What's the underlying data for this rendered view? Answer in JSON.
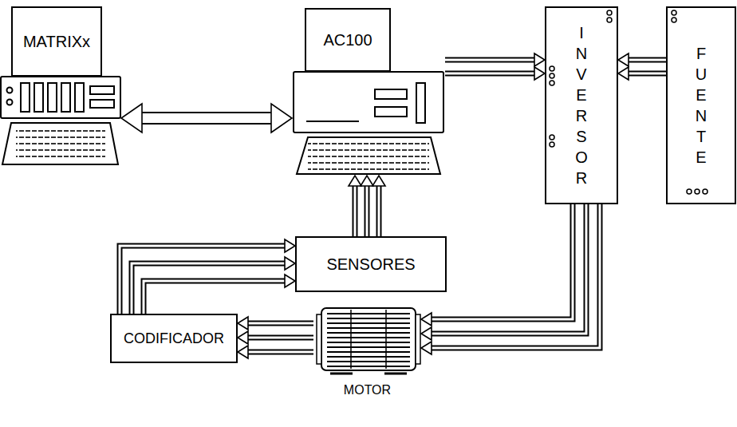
{
  "diagram": {
    "nodes": [
      {
        "text": [
          "MATRIXx"
        ]
      },
      {
        "text": [
          "AC100"
        ]
      },
      {
        "text": [
          "INVERSOR"
        ]
      },
      {
        "text": [
          "FUENTE"
        ]
      },
      {
        "text": [
          "SENSORES"
        ]
      },
      {
        "text": [
          "CODIFICADOR"
        ]
      },
      {
        "text": [
          "MOTOR"
        ]
      }
    ],
    "edges": [
      {
        "from": 0,
        "to": 1,
        "arrow": "both"
      },
      {
        "from": 1,
        "to": 2,
        "arrow": "to"
      },
      {
        "from": 1,
        "to": 2,
        "arrow": "to"
      },
      {
        "from": 3,
        "to": 2,
        "arrow": "to"
      },
      {
        "from": 3,
        "to": 2,
        "arrow": "to"
      },
      {
        "from": 2,
        "to": 6,
        "arrow": "to"
      },
      {
        "from": 2,
        "to": 6,
        "arrow": "to"
      },
      {
        "from": 2,
        "to": 6,
        "arrow": "to"
      },
      {
        "from": 6,
        "to": 5,
        "arrow": "to"
      },
      {
        "from": 6,
        "to": 5,
        "arrow": "to"
      },
      {
        "from": 6,
        "to": 5,
        "arrow": "to"
      },
      {
        "from": 5,
        "to": 4,
        "arrow": "to"
      },
      {
        "from": 5,
        "to": 4,
        "arrow": "to"
      },
      {
        "from": 5,
        "to": 4,
        "arrow": "to"
      },
      {
        "from": 4,
        "to": 1,
        "arrow": "to"
      },
      {
        "from": 4,
        "to": 1,
        "arrow": "to"
      },
      {
        "from": 4,
        "to": 1,
        "arrow": "to"
      }
    ]
  }
}
